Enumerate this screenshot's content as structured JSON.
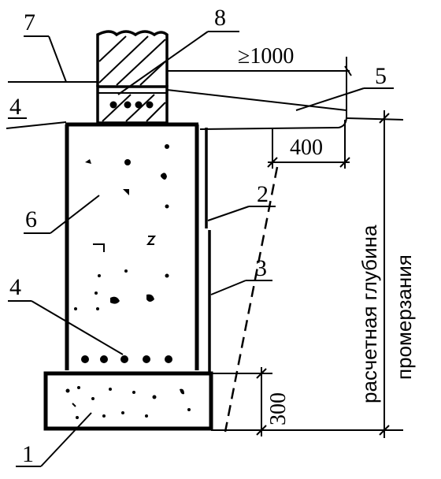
{
  "labels": {
    "l1": "1",
    "l2": "2",
    "l3": "3",
    "l4_top": "4",
    "l4_bottom": "4",
    "l5": "5",
    "l6": "6",
    "l7": "7",
    "l8": "8"
  },
  "dimensions": {
    "min_width": "≥1000",
    "offset": "400",
    "cushion": "300"
  },
  "vertical_text": {
    "line1": "расчетная глубина",
    "line2": "промерзания"
  }
}
